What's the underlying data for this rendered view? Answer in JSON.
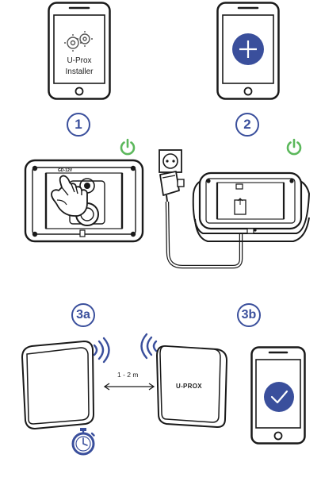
{
  "phone1": {
    "app_line1": "U-Prox",
    "app_line2": "Installer",
    "icon": "gear-cluster-icon"
  },
  "phone2": {
    "icon": "plus-icon"
  },
  "phone3": {
    "icon": "check-icon"
  },
  "steps": {
    "s1": "1",
    "s2": "2",
    "s3a": "3a",
    "s3b": "3b"
  },
  "device_back": {
    "sticker": "GD-12V"
  },
  "distance": {
    "label": "1 - 2 m"
  },
  "brand": {
    "logo": "U-PROX"
  },
  "colors": {
    "accent_blue": "#3a4f9c",
    "power_green": "#5cb85c",
    "line": "#1a1a1a"
  }
}
